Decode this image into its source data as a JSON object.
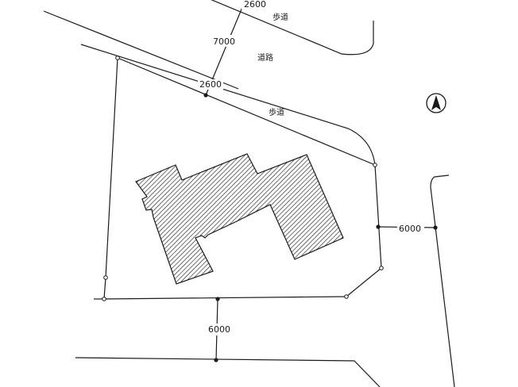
{
  "labels": {
    "sidewalk_top": "歩道",
    "road": "道路",
    "sidewalk_bottom": "歩道",
    "dim_sidewalk_top": "2600",
    "dim_road": "7000",
    "dim_sidewalk_bottom": "2600",
    "dim_right_setback": "6000",
    "dim_bottom_setback": "6000"
  },
  "north_arrow": {
    "icon": "north-arrow-icon"
  },
  "colors": {
    "line": "#1a1a1a",
    "building_fill": "#d9d9d9"
  }
}
